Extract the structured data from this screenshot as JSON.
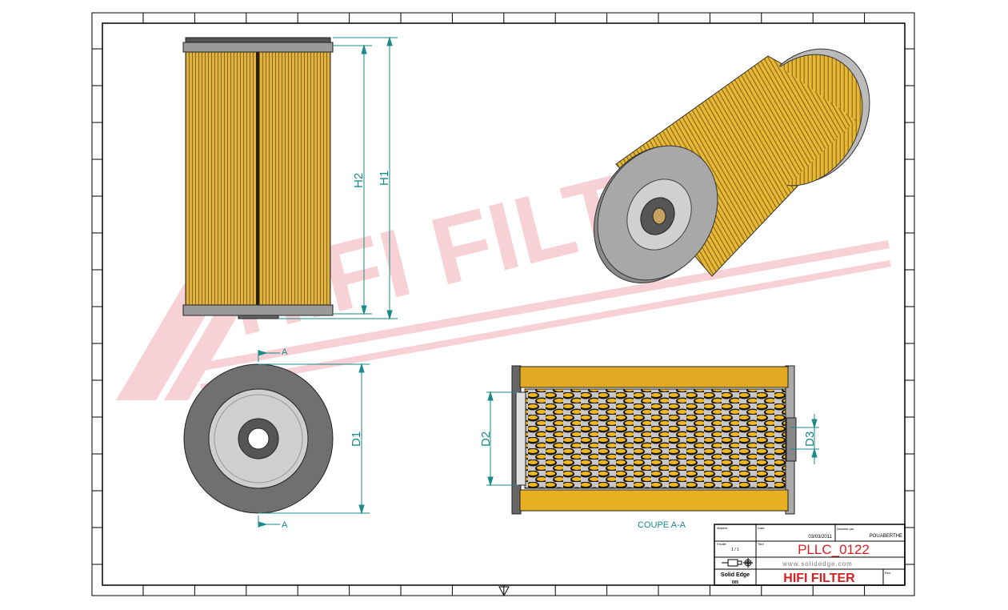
{
  "drawing": {
    "dimensions": {
      "h1": "H1",
      "h2": "H2",
      "d1": "D1",
      "d2": "D2",
      "d3": "D3"
    },
    "section_marker": "A",
    "section_caption": "COUPE A-A",
    "watermark": "HIFI FILTER"
  },
  "title_block": {
    "matiere_label": "Matière",
    "date_label": "Date",
    "date_value": "03/03/2011",
    "drawn_by_label": "Dessiné par",
    "drawn_by_value": "POUABERTHE",
    "sheet_label": "Feuille",
    "sheet_value": "1 / 1",
    "title_label": "Titre",
    "title_value": "PLLC_0122",
    "website": "www.solidedge.com",
    "software": "Solid Edge",
    "software_sub": "005",
    "company": "HIFI FILTER",
    "rev_label": "Rev."
  },
  "colors": {
    "dimension": "#1a8a8a",
    "filter_media": "#e2aa22",
    "title_red": "#d42020",
    "watermark": "#f7c9cf"
  }
}
